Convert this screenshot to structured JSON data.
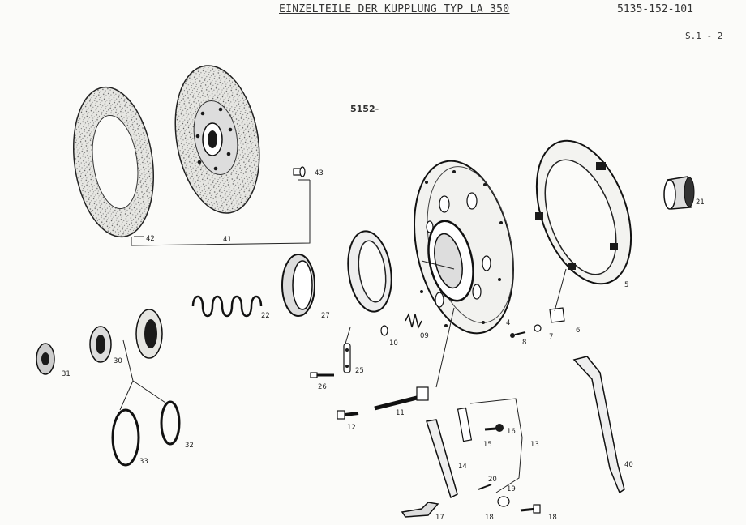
{
  "header": {
    "title": "EINZELTEILE DER KUPPLUNG TYP LA 350",
    "doc_number": "5135-152-101",
    "sheet": "S.1  - 2",
    "group_prefix": "5152-"
  },
  "callouts": [
    "42",
    "41",
    "43",
    "5152-",
    "21",
    "5",
    "22",
    "27",
    "4",
    "6",
    "7",
    "8",
    "09",
    "10",
    "25",
    "26",
    "31",
    "30",
    "33",
    "32",
    "11",
    "12",
    "13",
    "15",
    "16",
    "14",
    "20",
    "19",
    "17",
    "18",
    "18",
    "40"
  ],
  "callout_list": [
    {
      "id": "c42",
      "text": "42"
    },
    {
      "id": "c41",
      "text": "41"
    },
    {
      "id": "c43",
      "text": "43"
    },
    {
      "id": "c21",
      "text": "21"
    },
    {
      "id": "c5",
      "text": "5"
    },
    {
      "id": "c22",
      "text": "22"
    },
    {
      "id": "c27",
      "text": "27"
    },
    {
      "id": "c4",
      "text": "4"
    },
    {
      "id": "c6",
      "text": "6"
    },
    {
      "id": "c7",
      "text": "7"
    },
    {
      "id": "c8",
      "text": "8"
    },
    {
      "id": "c09",
      "text": "09"
    },
    {
      "id": "c10",
      "text": "10"
    },
    {
      "id": "c25",
      "text": "25"
    },
    {
      "id": "c26",
      "text": "26"
    },
    {
      "id": "c31",
      "text": "31"
    },
    {
      "id": "c30",
      "text": "30"
    },
    {
      "id": "c33",
      "text": "33"
    },
    {
      "id": "c32",
      "text": "32"
    },
    {
      "id": "c11",
      "text": "11"
    },
    {
      "id": "c12",
      "text": "12"
    },
    {
      "id": "c13",
      "text": "13"
    },
    {
      "id": "c15",
      "text": "15"
    },
    {
      "id": "c16",
      "text": "16"
    },
    {
      "id": "c14",
      "text": "14"
    },
    {
      "id": "c20",
      "text": "20"
    },
    {
      "id": "c19",
      "text": "19"
    },
    {
      "id": "c17",
      "text": "17"
    },
    {
      "id": "c18a",
      "text": "18"
    },
    {
      "id": "c18b",
      "text": "18"
    },
    {
      "id": "c40",
      "text": "40"
    }
  ]
}
